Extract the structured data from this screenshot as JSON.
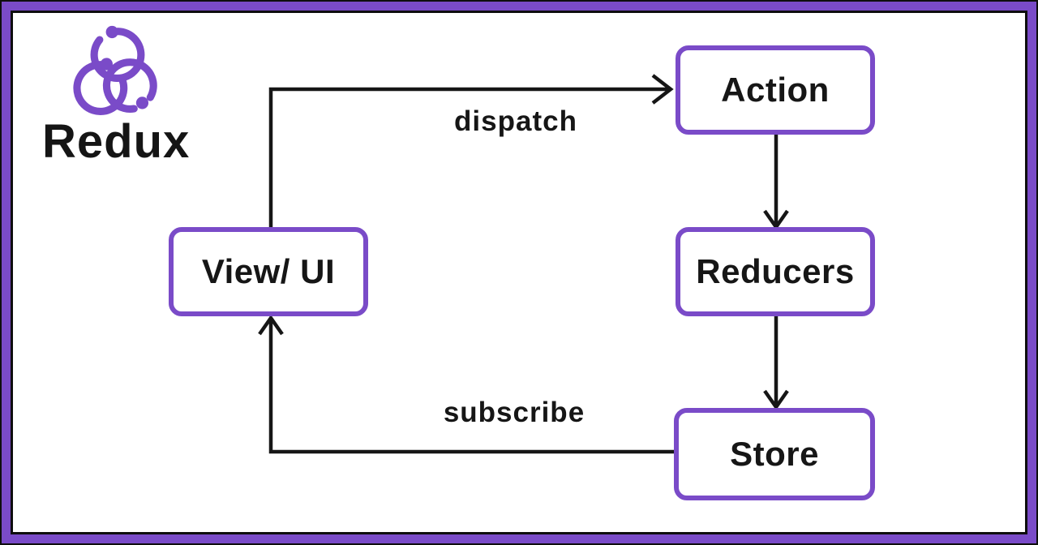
{
  "diagram": {
    "type": "flow",
    "logo": {
      "brand": "Redux",
      "icon": "redux-knot-icon"
    },
    "nodes": [
      {
        "id": "action",
        "label": "Action"
      },
      {
        "id": "reducers",
        "label": "Reducers"
      },
      {
        "id": "store",
        "label": "Store"
      },
      {
        "id": "view-ui",
        "label": "View/ UI"
      }
    ],
    "edges": [
      {
        "from": "view-ui",
        "to": "action",
        "label": "dispatch"
      },
      {
        "from": "action",
        "to": "reducers",
        "label": ""
      },
      {
        "from": "reducers",
        "to": "store",
        "label": ""
      },
      {
        "from": "store",
        "to": "view-ui",
        "label": "subscribe"
      }
    ],
    "colors": {
      "purple": "#7A4BC8",
      "line": "#161616",
      "background": "#FFFFFF"
    }
  }
}
